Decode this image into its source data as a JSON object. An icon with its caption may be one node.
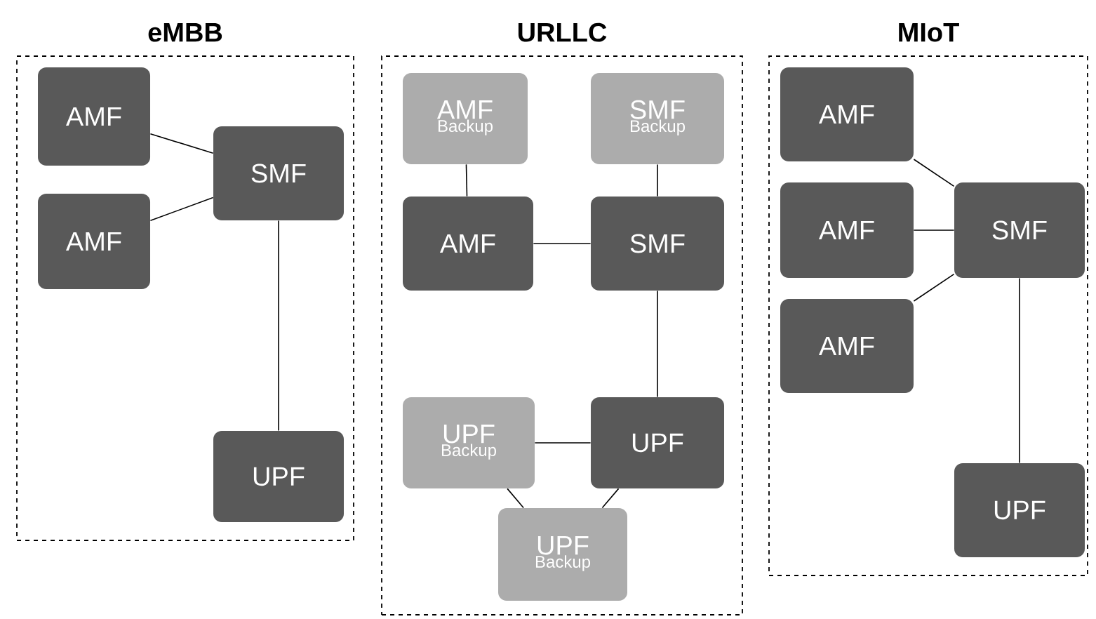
{
  "diagram": {
    "nodes": [
      {
        "text": [
          "eMBB"
        ]
      },
      {
        "text": [
          "AMF"
        ],
        "in": 0
      },
      {
        "text": [
          "AMF"
        ],
        "in": 0
      },
      {
        "text": [
          "SMF"
        ],
        "in": 0
      },
      {
        "text": [
          "UPF"
        ],
        "in": 0
      },
      {
        "text": [
          "URLLC"
        ]
      },
      {
        "text": [
          "AMF",
          "Backup"
        ],
        "in": 5
      },
      {
        "text": [
          "SMF",
          "Backup"
        ],
        "in": 5
      },
      {
        "text": [
          "AMF"
        ],
        "in": 5
      },
      {
        "text": [
          "SMF"
        ],
        "in": 5
      },
      {
        "text": [
          "UPF",
          "Backup"
        ],
        "in": 5
      },
      {
        "text": [
          "UPF"
        ],
        "in": 5
      },
      {
        "text": [
          "UPF",
          "Backup"
        ],
        "in": 5
      },
      {
        "text": [
          "MIoT"
        ]
      },
      {
        "text": [
          "AMF"
        ],
        "in": 13
      },
      {
        "text": [
          "AMF"
        ],
        "in": 13
      },
      {
        "text": [
          "AMF"
        ],
        "in": 13
      },
      {
        "text": [
          "SMF"
        ],
        "in": 13
      },
      {
        "text": [
          "UPF"
        ],
        "in": 13
      }
    ],
    "edges": [
      {
        "from": 1,
        "to": 3,
        "arrow": "none"
      },
      {
        "from": 2,
        "to": 3,
        "arrow": "none"
      },
      {
        "from": 3,
        "to": 4,
        "arrow": "none"
      },
      {
        "from": 6,
        "to": 8,
        "arrow": "none"
      },
      {
        "from": 7,
        "to": 9,
        "arrow": "none"
      },
      {
        "from": 8,
        "to": 9,
        "arrow": "none"
      },
      {
        "from": 9,
        "to": 11,
        "arrow": "none"
      },
      {
        "from": 10,
        "to": 11,
        "arrow": "none"
      },
      {
        "from": 10,
        "to": 12,
        "arrow": "none"
      },
      {
        "from": 11,
        "to": 12,
        "arrow": "none"
      },
      {
        "from": 14,
        "to": 17,
        "arrow": "none"
      },
      {
        "from": 15,
        "to": 17,
        "arrow": "none"
      },
      {
        "from": 16,
        "to": 17,
        "arrow": "none"
      },
      {
        "from": 17,
        "to": 18,
        "arrow": "none"
      }
    ]
  }
}
